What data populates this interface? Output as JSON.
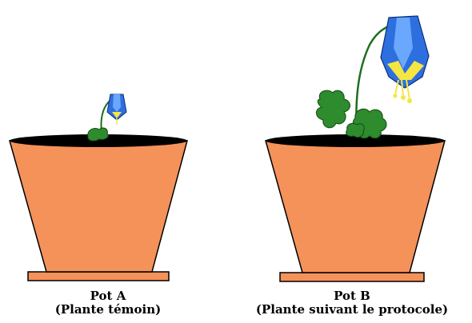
{
  "pots": [
    {
      "label": "Pot A",
      "sublabel": "(Plante témoin)"
    },
    {
      "label": "Pot B",
      "sublabel": "(Plante suivant le protocole)"
    }
  ],
  "colors": {
    "pot": "#f4925a",
    "outline": "#000000",
    "soil": "#000000",
    "leaf": "#2e8b2e",
    "stem": "#1f6e1f",
    "petal": "#2e6fe0",
    "petal_light": "#6aa8ff",
    "stamen": "#f5e642"
  }
}
